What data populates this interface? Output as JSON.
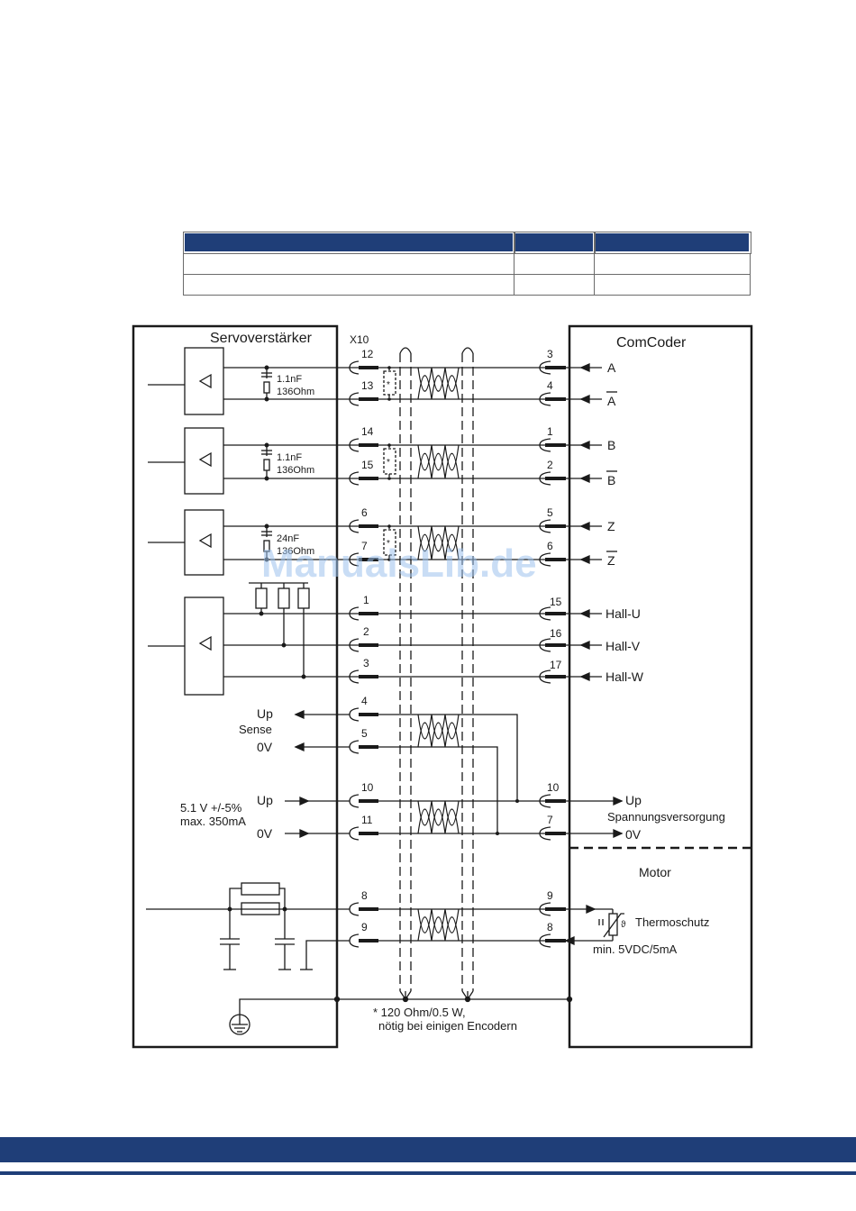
{
  "labels": {
    "servo": "Servoverstärker",
    "x10": "X10",
    "comcoder": "ComCoder",
    "motor": "Motor",
    "cap1": "1.1nF",
    "res1": "136Ohm",
    "cap2": "1.1nF",
    "res2": "136Ohm",
    "cap3": "24nF",
    "res3": "136Ohm",
    "up_sense": "Up",
    "sense": "Sense",
    "ov_sense": "0V",
    "supply_v": "5.1 V +/-5%",
    "supply_i": "max. 350mA",
    "up_left": "Up",
    "ov_left": "0V",
    "up_right": "Up",
    "spannung": "Spannungsversorgung",
    "ov_right": "0V",
    "thermo": "Thermoschutz",
    "thermo_min": "min. 5VDC/5mA",
    "note1": "* 120 Ohm/0.5 W,",
    "note2": "nötig bei einigen Encodern",
    "watermark": "ManualsLib.de"
  },
  "left_pins": [
    "12",
    "13",
    "14",
    "15",
    "6",
    "7",
    "1",
    "2",
    "3",
    "4",
    "5",
    "10",
    "11",
    "8",
    "9"
  ],
  "right_pins": [
    "3",
    "4",
    "1",
    "2",
    "5",
    "6",
    "15",
    "16",
    "17",
    "10",
    "7",
    "9",
    "8"
  ],
  "signals": [
    "A",
    "A",
    "B",
    "B",
    "Z",
    "Z",
    "Hall-U",
    "Hall-V",
    "Hall-W"
  ],
  "colors": {
    "header": "#1f3e78",
    "line": "#1a1a1a"
  }
}
